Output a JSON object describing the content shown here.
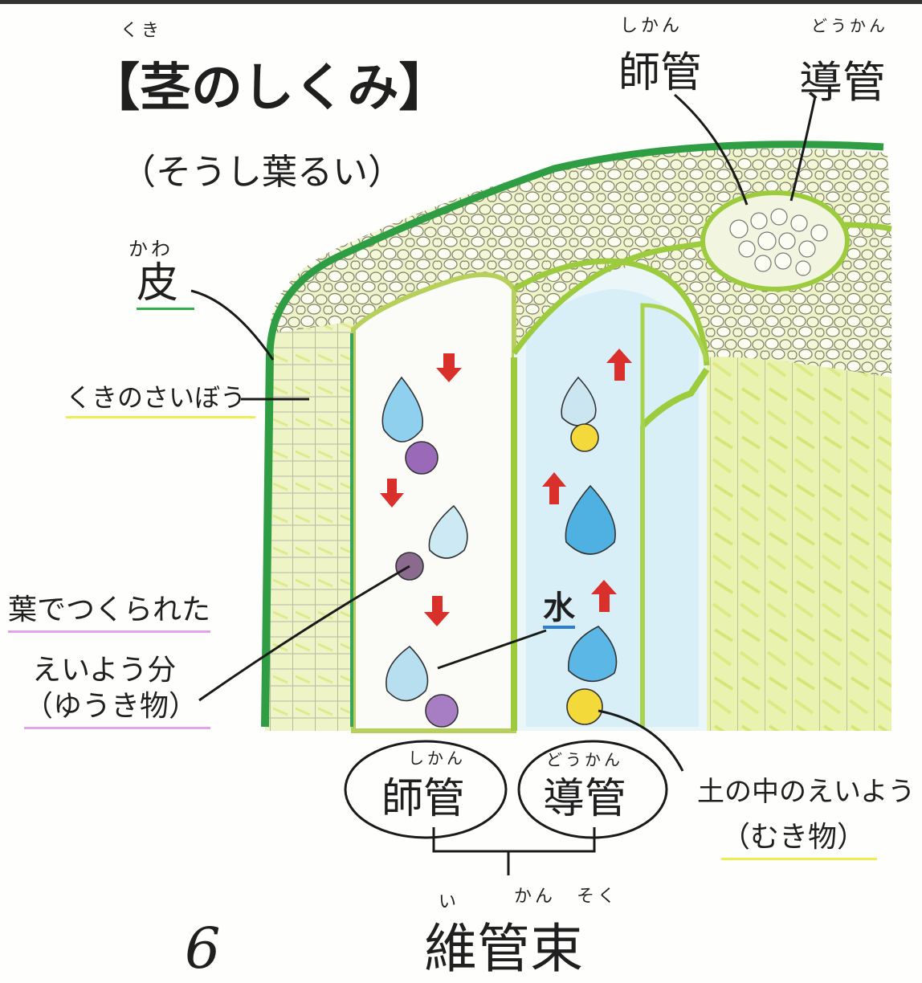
{
  "title": {
    "ruby": "くき",
    "main": "【茎のしくみ】",
    "sub": "（そうし葉るい）"
  },
  "top_labels": {
    "phloem_ruby": "しかん",
    "phloem": "師管",
    "xylem_ruby": "どうかん",
    "xylem": "導管"
  },
  "left_labels": {
    "skin_ruby": "かわ",
    "skin": "皮",
    "stem_cell": "くきのさいぼう",
    "organic_line1": "葉でつくられた",
    "organic_line2": "えいよう分",
    "organic_line3": "（ゆうき物）"
  },
  "center_labels": {
    "water": "水"
  },
  "right_labels": {
    "inorganic_line1": "土の中のえいよう",
    "inorganic_line2": "（むき物）"
  },
  "bottom_labels": {
    "phloem_ruby": "しかん",
    "phloem": "師管",
    "xylem_ruby": "どうかん",
    "xylem": "導管",
    "bundle_ruby_1": "い",
    "bundle_ruby_2": "かん",
    "bundle_ruby_3": "そく",
    "bundle": "維管束"
  },
  "page_number": "6",
  "colors": {
    "skin_green": "#2e9d43",
    "cell_yellow": "#e4ee9a",
    "vessel_green": "#9ccc3d",
    "water_blue": "#5bb8e6",
    "arrow_red": "#d9302b",
    "organic_purple": "#9a6ab8",
    "inorganic_yellow": "#f3d93a",
    "highlight_yellow": "#f1ec52",
    "highlight_pink": "#e3a3e8",
    "highlight_green": "#2fb04a"
  }
}
